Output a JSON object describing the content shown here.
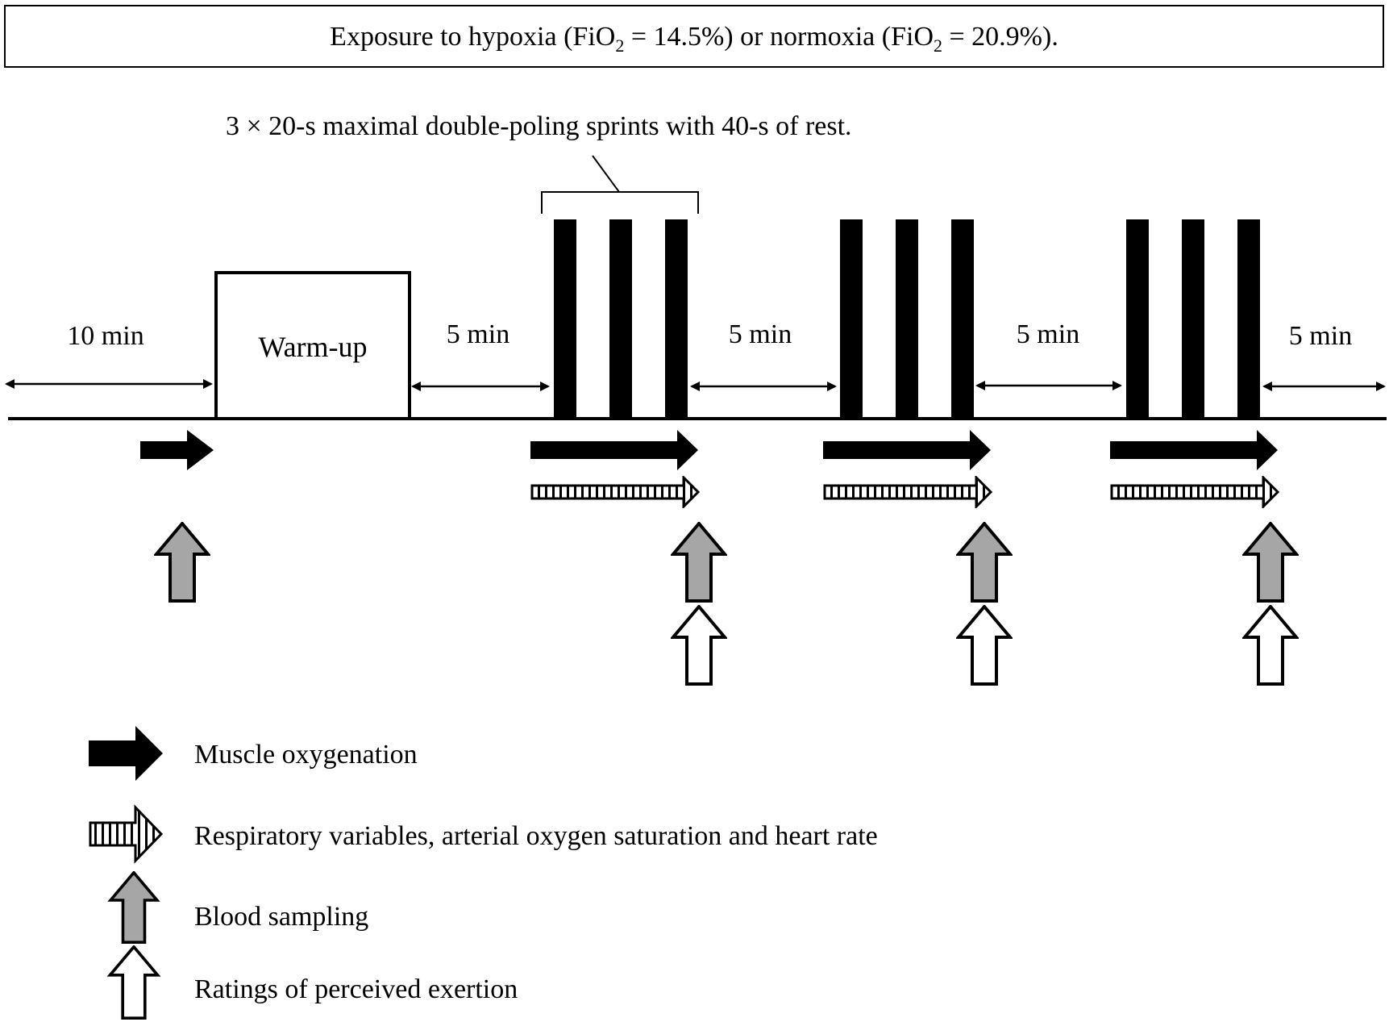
{
  "header": {
    "prefix": "Exposure to hypoxia (FiO",
    "sub1": "2",
    "middle": " = 14.5%) or normoxia (FiO",
    "sub2": "2",
    "suffix": " = 20.9%)."
  },
  "sprint_note": "3 × 20-s maximal double-poling sprints with 40-s of rest.",
  "timeline": {
    "warmup_label": "Warm-up",
    "intervals": [
      "10 min",
      "5 min",
      "5 min",
      "5 min",
      "5 min"
    ]
  },
  "legend": [
    {
      "icon": "black-arrow-right",
      "label": "Muscle oxygenation"
    },
    {
      "icon": "striped-arrow-right",
      "label": "Respiratory variables, arterial oxygen saturation and heart rate"
    },
    {
      "icon": "gray-arrow-up",
      "label": "Blood sampling"
    },
    {
      "icon": "white-arrow-up",
      "label": "Ratings of perceived exertion"
    }
  ],
  "colors": {
    "black": "#000000",
    "gray": "#a6a6a6",
    "white": "#ffffff"
  }
}
